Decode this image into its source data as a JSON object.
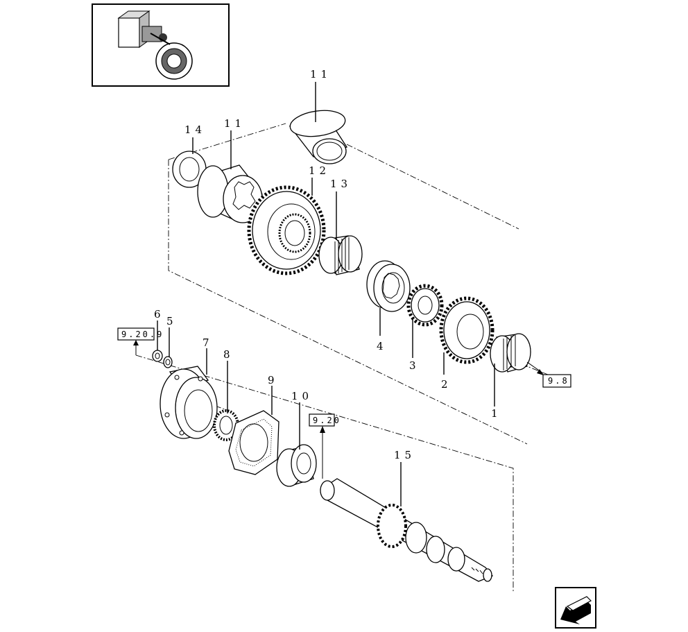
{
  "callouts": {
    "c1": "1",
    "c2": "2",
    "c3": "3",
    "c4": "4",
    "c5": "5",
    "c6": "6",
    "c7": "7",
    "c8": "8",
    "c9": "9",
    "c10": "10",
    "c11a": "11",
    "c11b": "11",
    "c12": "12",
    "c13": "13",
    "c14": "14",
    "c15": "15"
  },
  "refs": {
    "ref_left": "9.20.9",
    "ref_mid": "9.20",
    "ref_right": "9.8"
  },
  "icons": {
    "thumbnail": "transmission-assembly-thumbnail",
    "nav": "previous-page-arrow-icon"
  }
}
